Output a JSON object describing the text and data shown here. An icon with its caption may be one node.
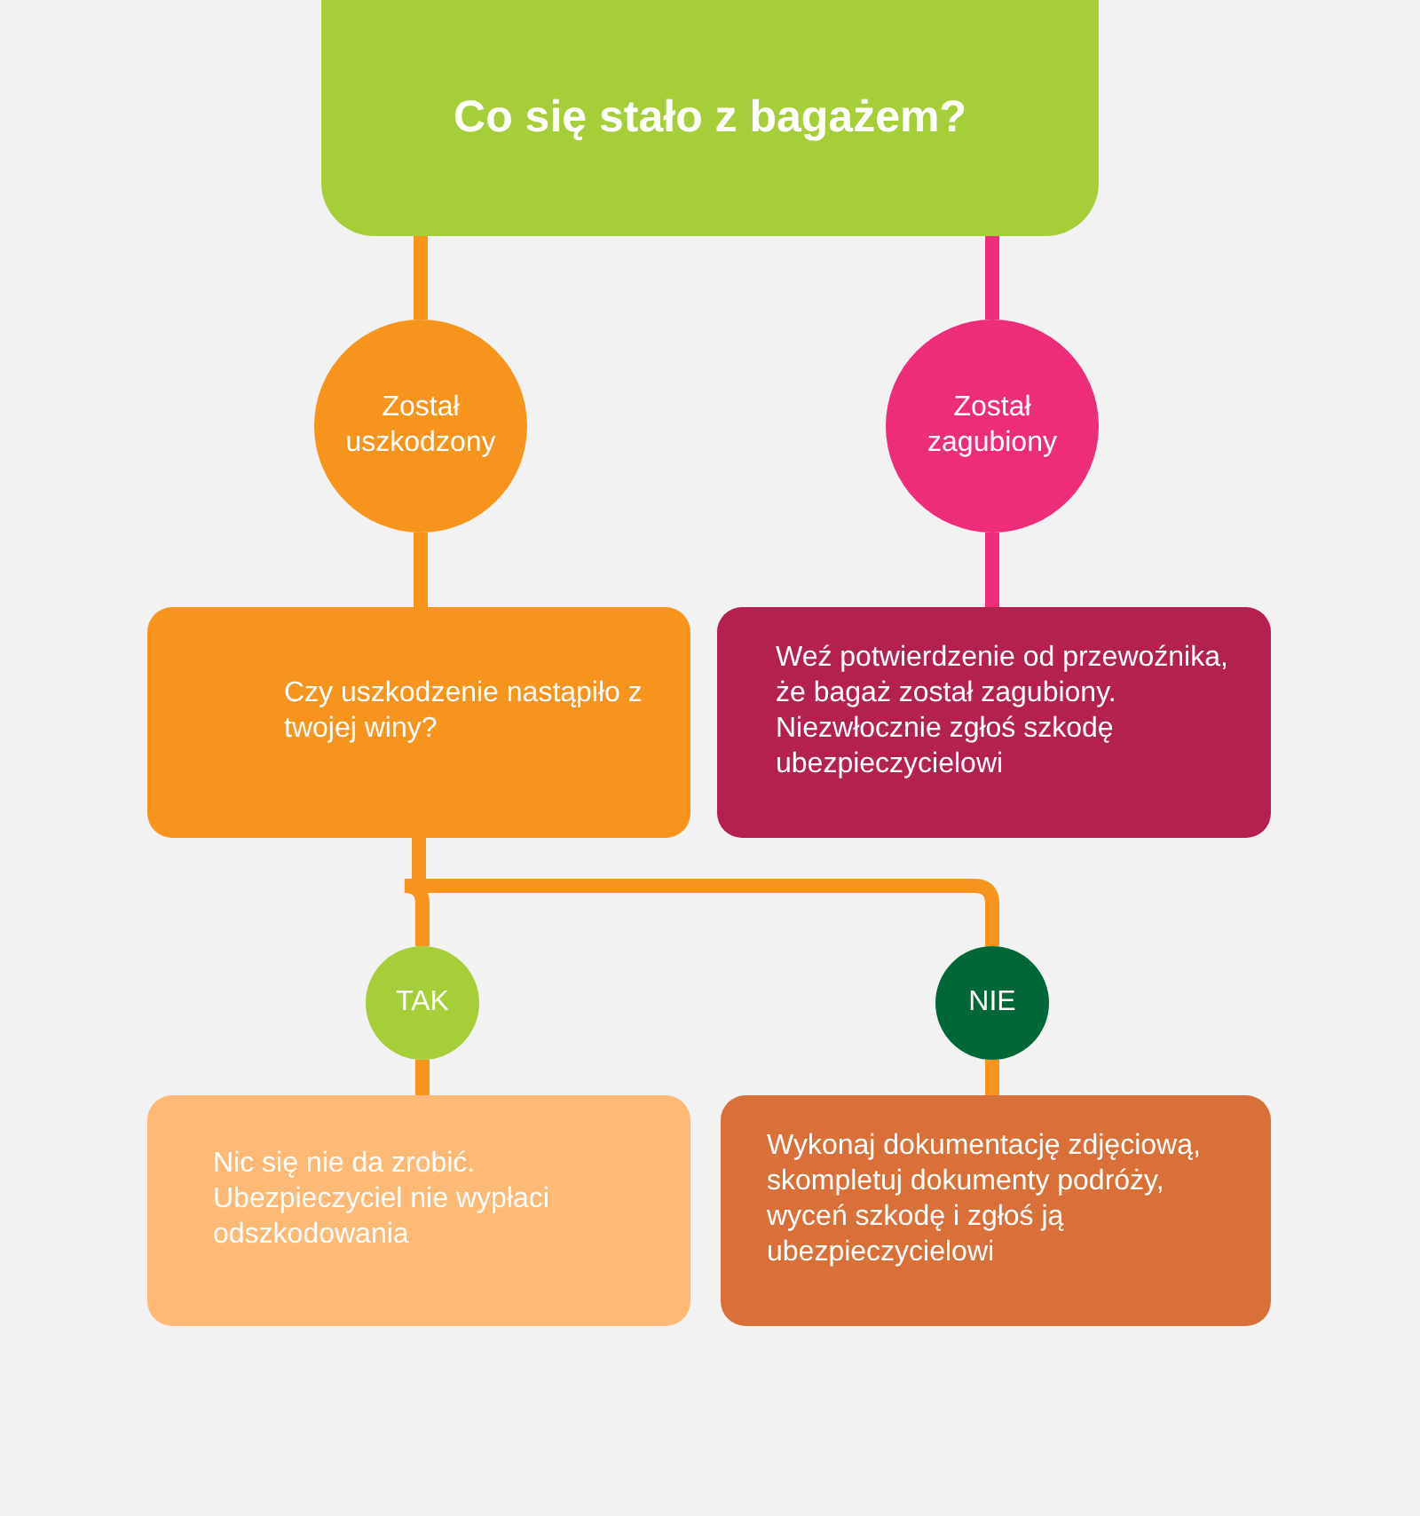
{
  "diagram": {
    "nodes": [
      {
        "text": [
          "Co się stało z bagażem?"
        ]
      },
      {
        "text": [
          "Został uszkodzony"
        ]
      },
      {
        "text": [
          "Został zagubiony"
        ]
      },
      {
        "text": [
          "Czy uszkodzenie nastąpiło z twojej winy?"
        ]
      },
      {
        "text": [
          "Weź potwierdzenie od przewoźnika, że bagaż został zagubiony. Niezwłocznie zgłoś szkodę ubezpieczycielowi"
        ]
      },
      {
        "text": [
          "TAK"
        ]
      },
      {
        "text": [
          "NIE"
        ]
      },
      {
        "text": [
          "Nic się nie da zrobić. Ubezpieczyciel nie wypłaci odszkodowania"
        ]
      },
      {
        "text": [
          "Wykonaj dokumentację zdjęciową, skompletuj dokumenty podróży, wyceń szkodę i zgłoś ją ubezpieczycielowi"
        ]
      }
    ],
    "edges": [
      {
        "from": 0,
        "to": 1,
        "arrow": "none"
      },
      {
        "from": 0,
        "to": 2,
        "arrow": "none",
        "color": "#ee2d7a"
      },
      {
        "from": 1,
        "to": 3,
        "arrow": "none"
      },
      {
        "from": 2,
        "to": 4,
        "arrow": "none",
        "color": "#ee2d7a"
      },
      {
        "from": 3,
        "to": 5,
        "arrow": "none"
      },
      {
        "from": 3,
        "to": 6,
        "arrow": "none"
      },
      {
        "from": 5,
        "to": 7,
        "arrow": "none"
      },
      {
        "from": 6,
        "to": 8,
        "arrow": "none"
      }
    ]
  }
}
